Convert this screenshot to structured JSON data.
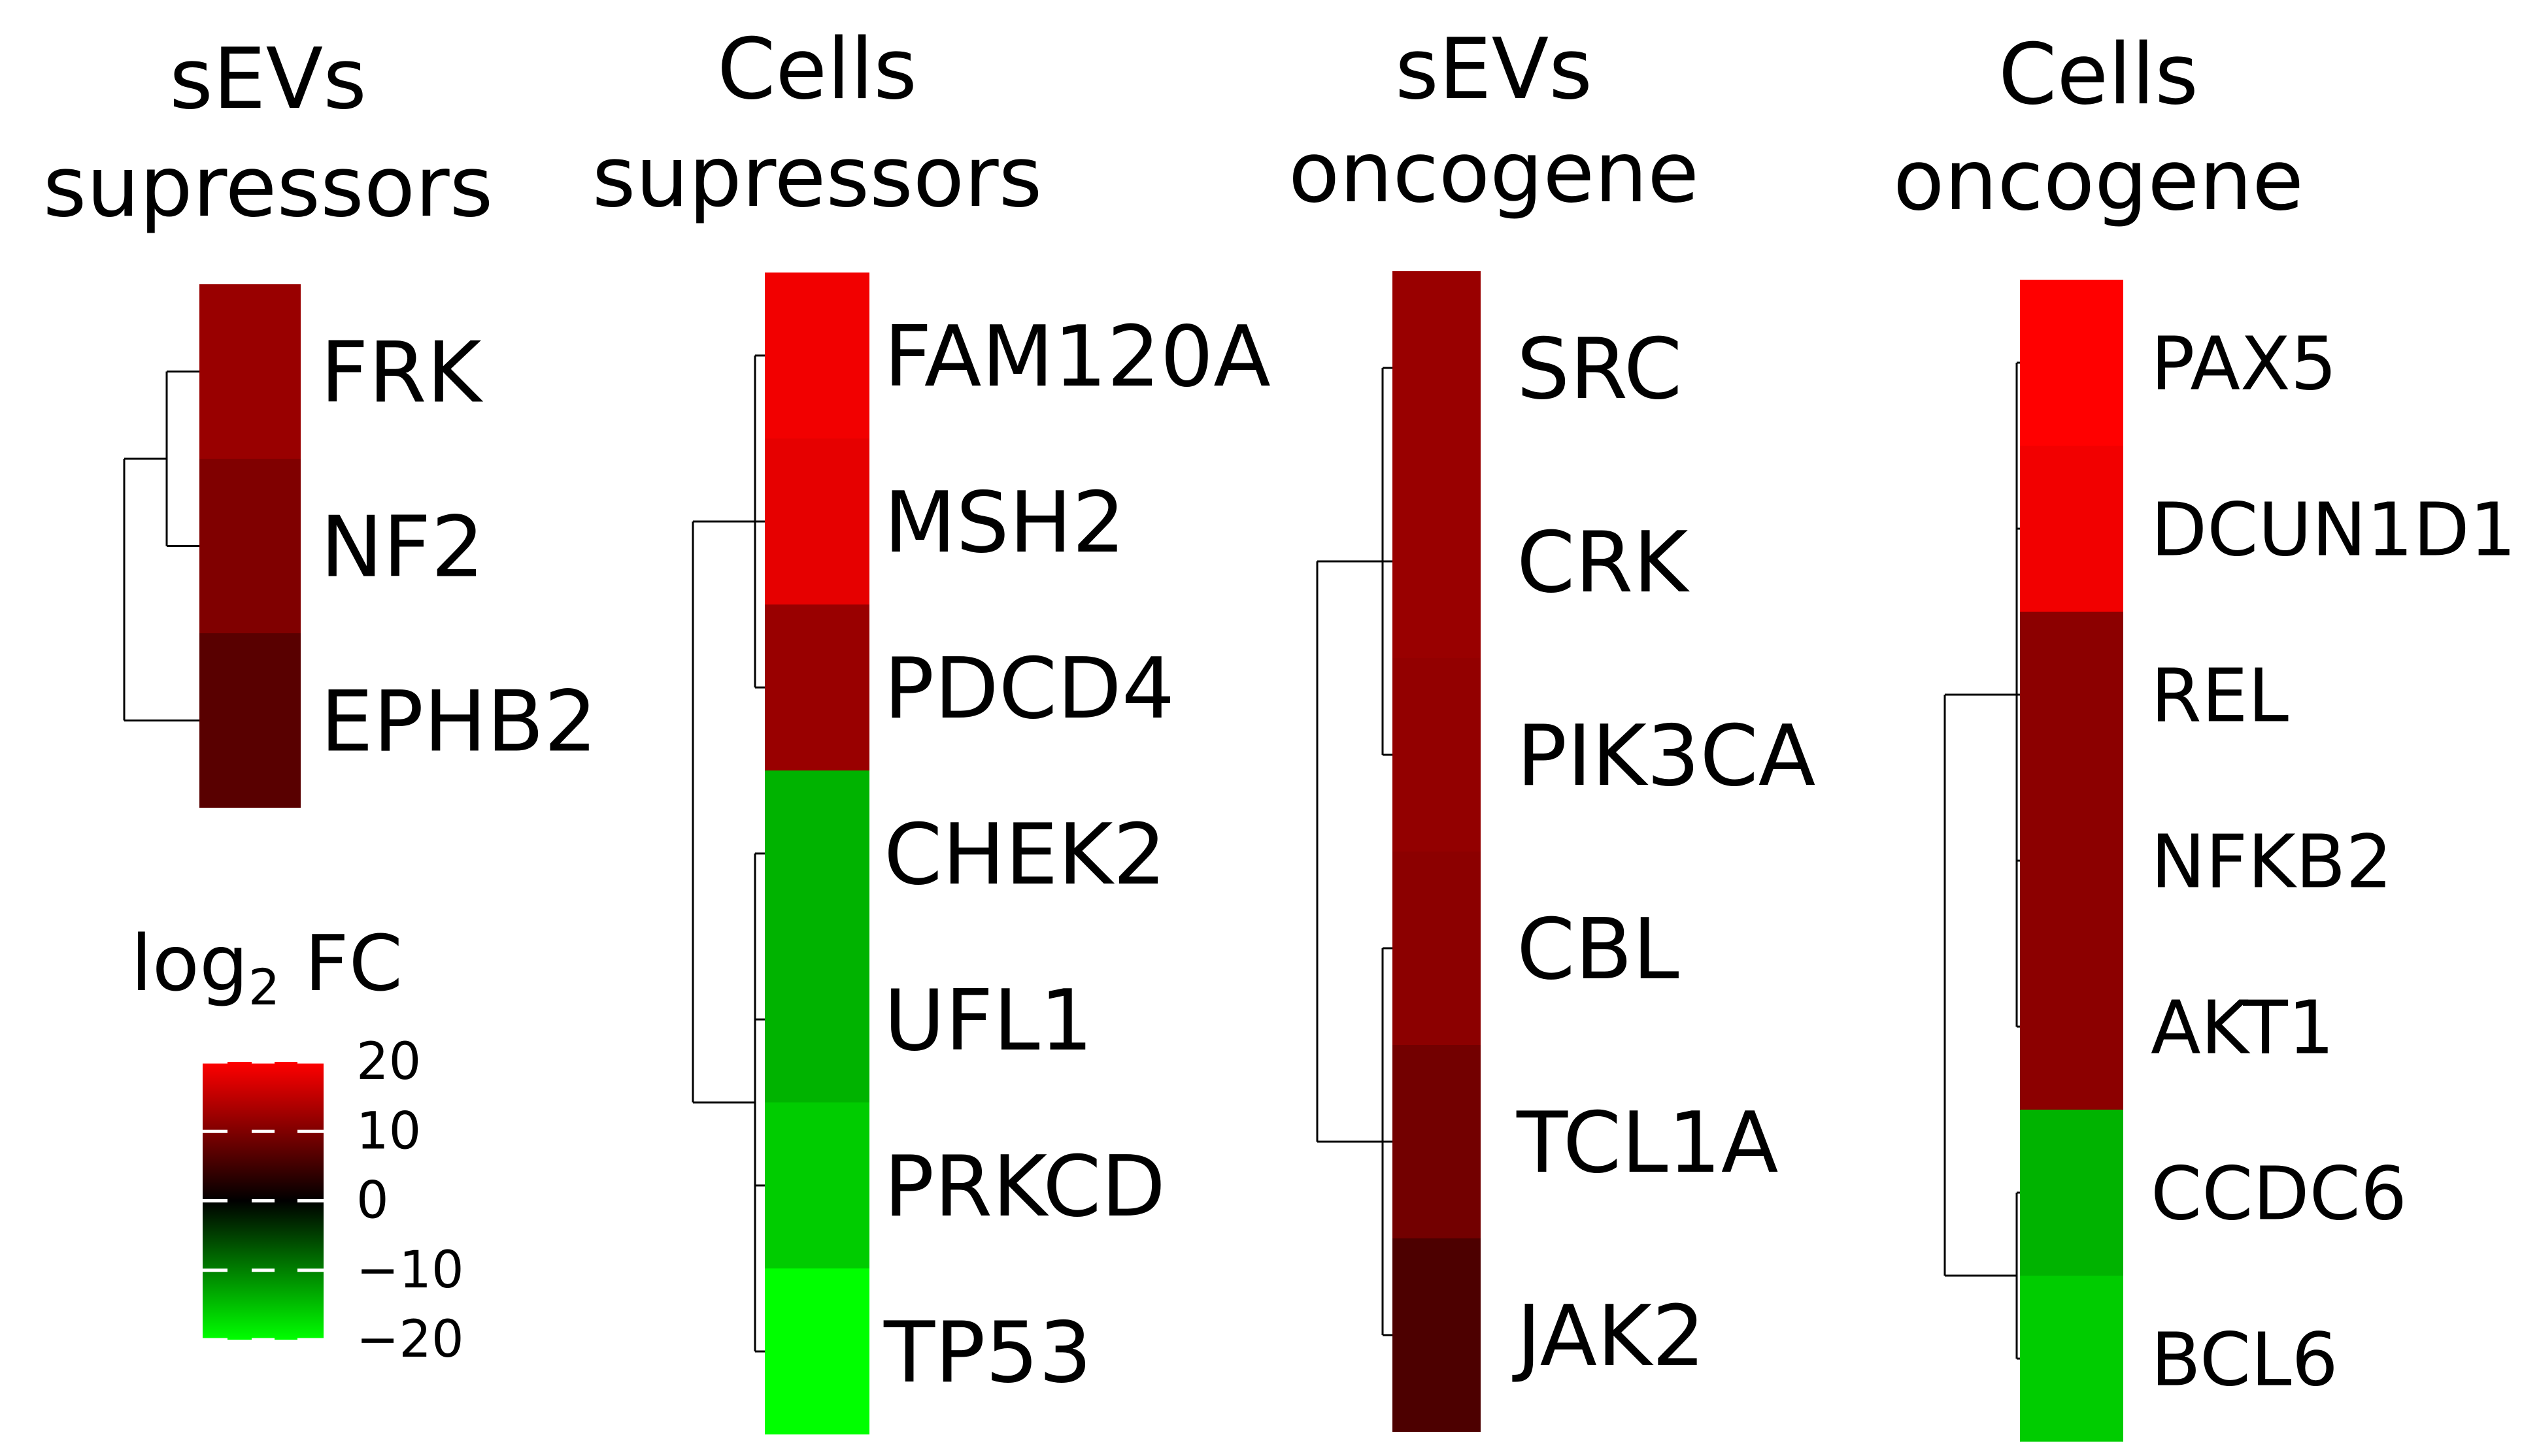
{
  "chart_data": [
    {
      "type": "heatmap",
      "title_lines": [
        "sEVs",
        "supressors"
      ],
      "genes": [
        "FRK",
        "NF2",
        "EPHB2"
      ],
      "values": [
        12,
        10,
        7
      ],
      "dendrogram": true
    },
    {
      "type": "heatmap",
      "title_lines": [
        "Cells",
        "supressors"
      ],
      "genes": [
        "FAM120A",
        "MSH2",
        "PDCD4",
        "CHEK2",
        "UFL1",
        "PRKCD",
        "TP53"
      ],
      "values": [
        19,
        18,
        12,
        -14,
        -14,
        -16,
        -20
      ],
      "dendrogram": true
    },
    {
      "type": "heatmap",
      "title_lines": [
        "sEVs",
        "oncogene"
      ],
      "genes": [
        "SRC",
        "CRK",
        "PIK3CA",
        "CBL",
        "TCL1A",
        "JAK2"
      ],
      "values": [
        12,
        12,
        11.5,
        11,
        9,
        6
      ],
      "dendrogram": true
    },
    {
      "type": "heatmap",
      "title_lines": [
        "Cells",
        "oncogene"
      ],
      "genes": [
        "PAX5",
        "DCUN1D1",
        "REL",
        "NFKB2",
        "AKT1",
        "CCDC6",
        "BCL6"
      ],
      "values": [
        20,
        19,
        11,
        11,
        11,
        -14,
        -16
      ],
      "dendrogram": true
    }
  ],
  "legend": {
    "title_main": "log",
    "title_sub": "2",
    "title_suffix": " FC",
    "ticks": [
      "20",
      "10",
      "0",
      "−10",
      "−20"
    ],
    "tick_values": [
      20,
      10,
      0,
      -10,
      -20
    ],
    "range": [
      -20,
      20
    ],
    "colors": {
      "high": "#ff0000",
      "mid": "#000000",
      "low": "#00ff00"
    }
  }
}
